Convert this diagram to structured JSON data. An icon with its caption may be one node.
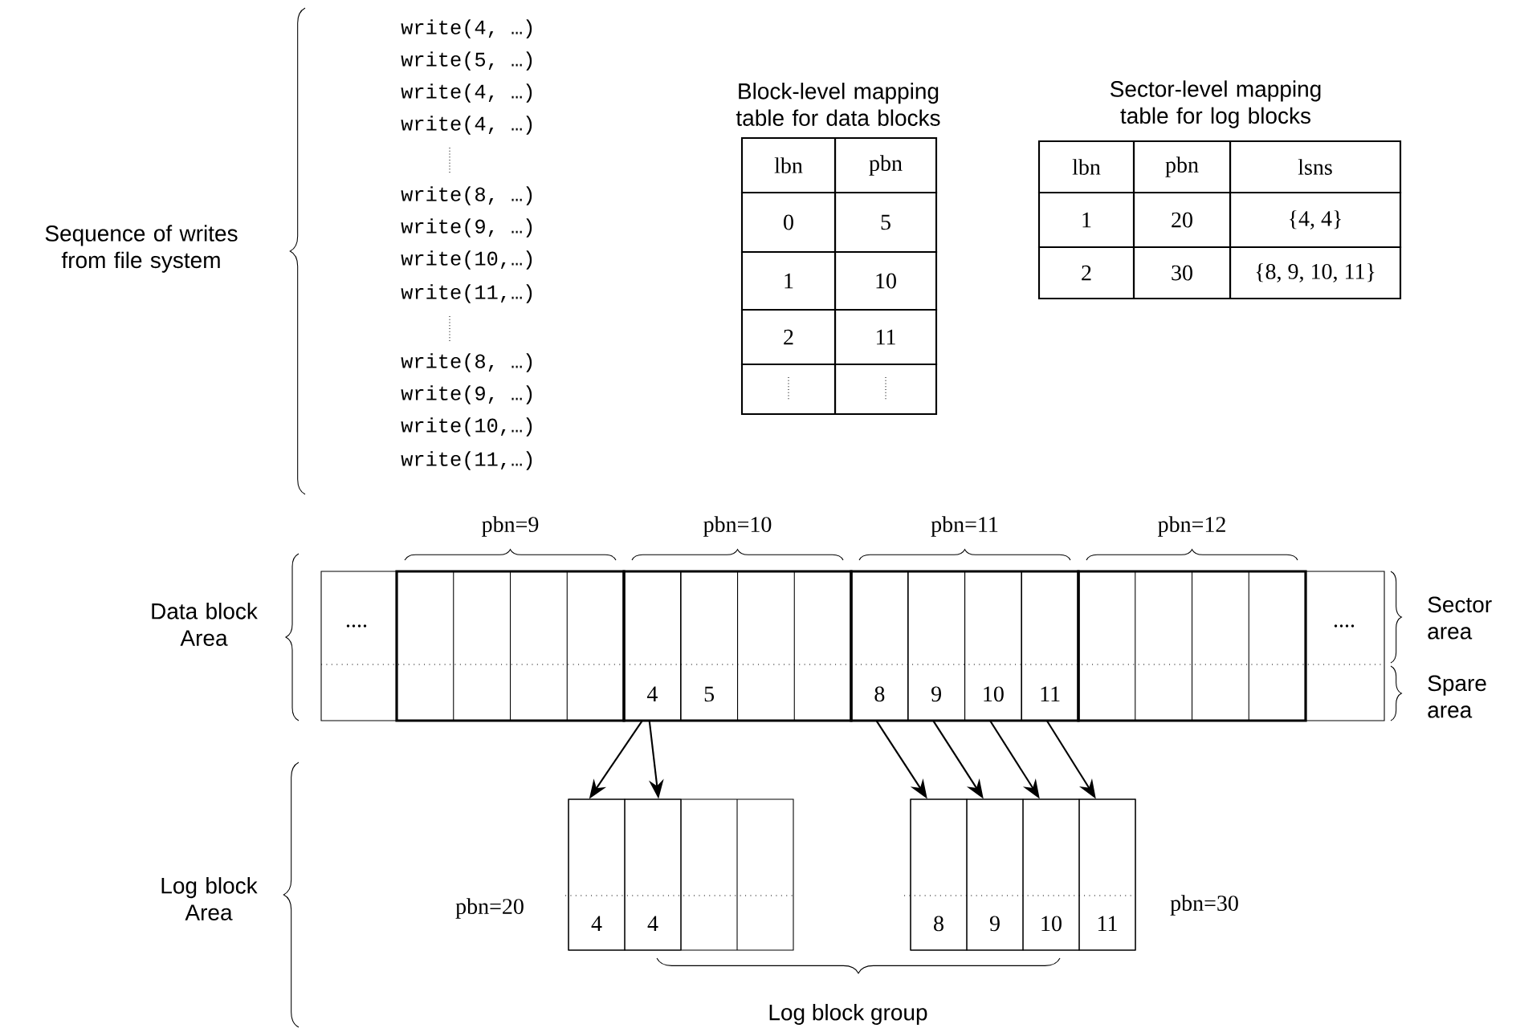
{
  "diagram": {
    "nodes": [
      {
        "text": [
          "4"
        ]
      },
      {
        "text": [
          "5"
        ]
      },
      {
        "text": [
          "8"
        ]
      },
      {
        "text": [
          "9"
        ]
      },
      {
        "text": [
          "10"
        ]
      },
      {
        "text": [
          "11"
        ]
      },
      {
        "text": [
          "4"
        ]
      },
      {
        "text": [
          "4"
        ]
      },
      {
        "text": [
          "8"
        ]
      },
      {
        "text": [
          "9"
        ]
      },
      {
        "text": [
          "10"
        ]
      },
      {
        "text": [
          "11"
        ]
      }
    ],
    "edges": [
      {
        "from": 0,
        "to": 6,
        "arrow": "to"
      },
      {
        "from": 0,
        "to": 7,
        "arrow": "to"
      },
      {
        "from": 2,
        "to": 8,
        "arrow": "to"
      },
      {
        "from": 3,
        "to": 9,
        "arrow": "to"
      },
      {
        "from": 4,
        "to": 10,
        "arrow": "to"
      },
      {
        "from": 5,
        "to": 11,
        "arrow": "to"
      }
    ],
    "labels": [
      "Sequence of writes from file system",
      "write(4, …)",
      "write(5, …)",
      "write(4, …)",
      "write(4, …)",
      "write(8, …)",
      "write(9, …)",
      "write(10,…)",
      "write(11,…)",
      "write(8, …)",
      "write(9, …)",
      "write(10,…)",
      "write(11,…)",
      "Block-level mapping table for data blocks",
      "Sector-level mapping table for log blocks",
      "lbn",
      "pbn",
      "0",
      "5",
      "1",
      "10",
      "2",
      "11",
      "lbn",
      "pbn",
      "lsns",
      "1",
      "20",
      "{4, 4}",
      "2",
      "30",
      "{8, 9, 10, 11}",
      "pbn=9",
      "pbn=10",
      "pbn=11",
      "pbn=12",
      "Data block Area",
      "....",
      "....",
      "Sector area",
      "Spare area",
      "Log block Area",
      "pbn=20",
      "pbn=30",
      "Log block group"
    ]
  }
}
